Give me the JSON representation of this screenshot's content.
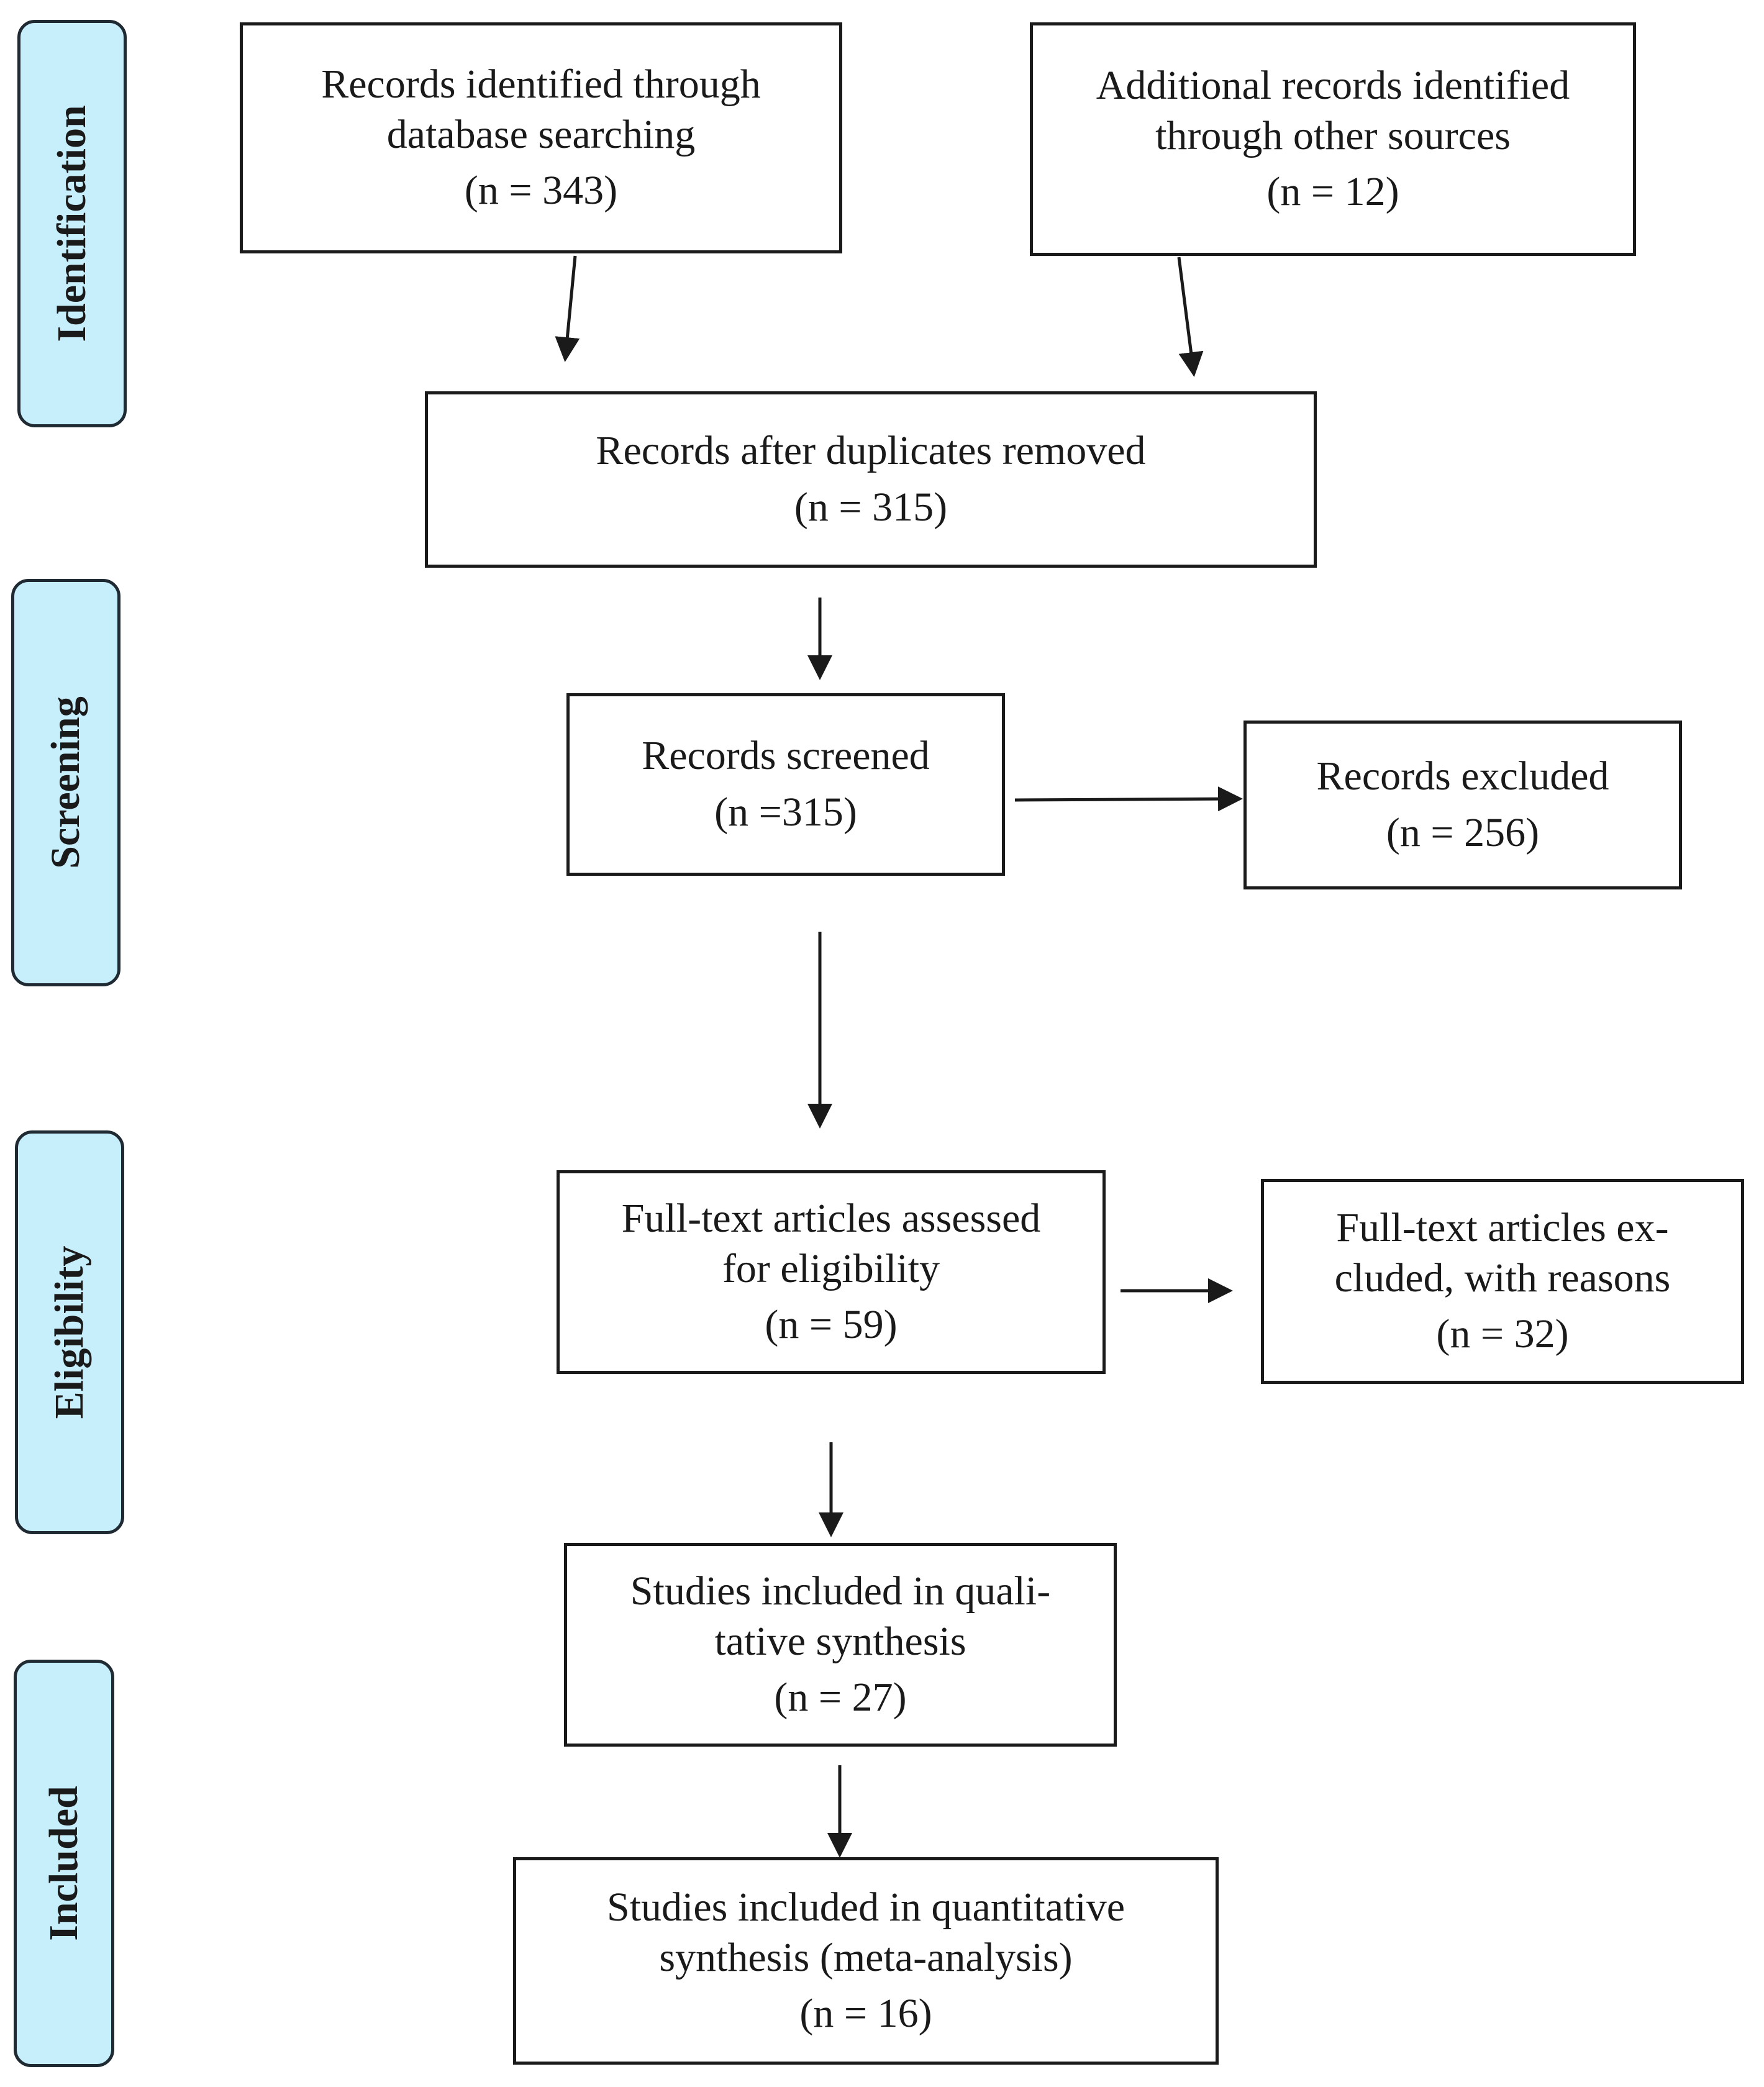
{
  "phases": [
    {
      "label": "Identification"
    },
    {
      "label": "Screening"
    },
    {
      "label": "Eligibility"
    },
    {
      "label": "Included"
    }
  ],
  "boxes": {
    "database": {
      "lines": [
        "Records identified through",
        "database searching"
      ],
      "count": "(n = 343)"
    },
    "other": {
      "lines": [
        "Additional records identified",
        "through other sources"
      ],
      "count": "(n = 12)"
    },
    "dedup": {
      "lines": [
        "Records after duplicates removed"
      ],
      "count": "(n = 315)"
    },
    "screened": {
      "lines": [
        "Records screened"
      ],
      "count": "(n =315)"
    },
    "excluded": {
      "lines": [
        "Records excluded"
      ],
      "count": "(n = 256)"
    },
    "fulltext": {
      "lines": [
        "Full-text articles assessed",
        "for eligibility"
      ],
      "count": "(n = 59)"
    },
    "fulltext_excluded": {
      "lines": [
        "Full-text articles ex-",
        "cluded, with reasons"
      ],
      "count": "(n = 32)"
    },
    "qualitative": {
      "lines": [
        "Studies included in quali-",
        "tative synthesis"
      ],
      "count": "(n = 27)"
    },
    "quantitative": {
      "lines": [
        "Studies included in quantitative",
        "synthesis (meta-analysis)"
      ],
      "count": "(n = 16)"
    }
  },
  "colors": {
    "phase_fill": "#c7eefb",
    "stroke": "#1a1a1a"
  }
}
